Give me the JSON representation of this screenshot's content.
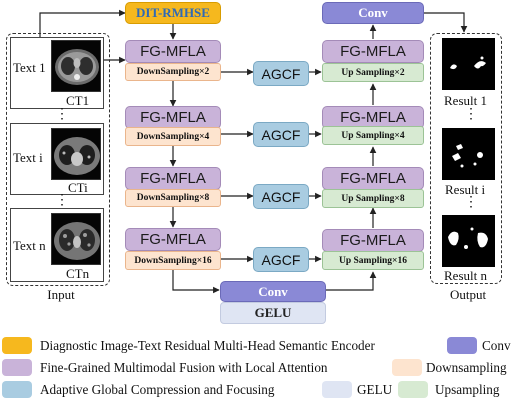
{
  "encoder": {
    "label": "DIT-RMHSE"
  },
  "input": {
    "title": "Input",
    "items": [
      {
        "text": "Text 1",
        "ct": "CT1"
      },
      {
        "text": "Text i",
        "ct": "CTi"
      },
      {
        "text": "Text n",
        "ct": "CTn"
      }
    ],
    "ellipsis": "⋮"
  },
  "encoder_stages": [
    {
      "block": "FG-MFLA",
      "op": "DownSampling×2"
    },
    {
      "block": "FG-MFLA",
      "op": "DownSampling×4"
    },
    {
      "block": "FG-MFLA",
      "op": "DownSampling×8"
    },
    {
      "block": "FG-MFLA",
      "op": "DownSampling×16"
    }
  ],
  "agcf_label": "AGCF",
  "decoder_stages": [
    {
      "block": "FG-MFLA",
      "op": "Up Sampling×2"
    },
    {
      "block": "FG-MFLA",
      "op": "Up Sampling×4"
    },
    {
      "block": "FG-MFLA",
      "op": "Up Sampling×8"
    },
    {
      "block": "FG-MFLA",
      "op": "Up Sampling×16"
    }
  ],
  "bottleneck": {
    "conv": "Conv",
    "gelu": "GELU"
  },
  "top_conv": "Conv",
  "output": {
    "title": "Output",
    "results": [
      "Result 1",
      "Result i",
      "Result n"
    ],
    "ellipsis": "⋮"
  },
  "legend": [
    {
      "label": "Diagnostic Image-Text Residual Multi-Head Semantic Encoder",
      "color": "#f6b81e"
    },
    {
      "label": "Conv",
      "color": "#8a89d6"
    },
    {
      "label": "Fine-Grained Multimodal Fusion with Local Attention",
      "color": "#c9b3d9"
    },
    {
      "label": "Downsampling",
      "color": "#fde4cf"
    },
    {
      "label": "Adaptive Global Compression and Focusing",
      "color": "#a9cce1"
    },
    {
      "label": "GELU",
      "color": "#dfe5f3"
    },
    {
      "label": "Upsampling",
      "color": "#d7ead2"
    }
  ]
}
